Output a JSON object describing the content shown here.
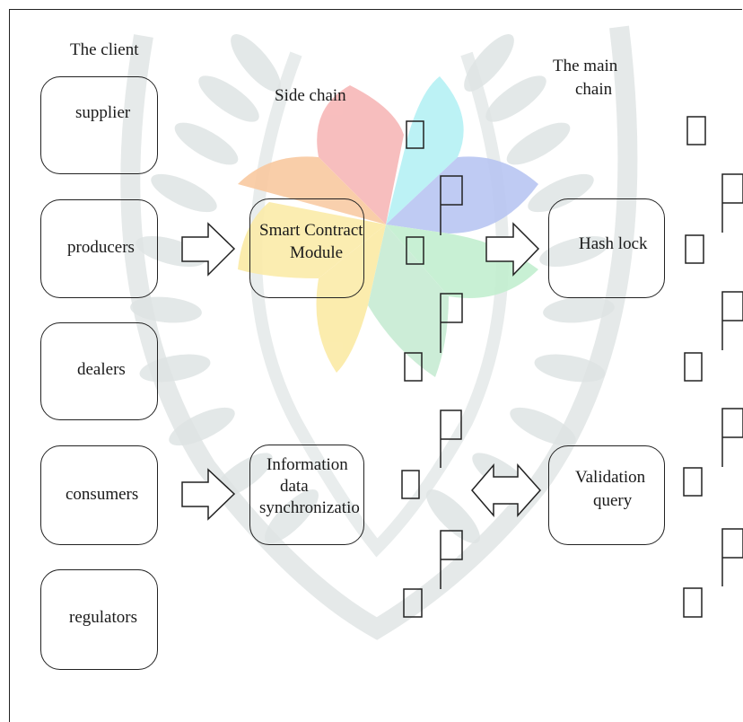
{
  "headers": {
    "client": "The client",
    "side_chain": "Side chain",
    "main_chain_line1": "The main",
    "main_chain_line2": "chain"
  },
  "clients": {
    "supplier": "supplier",
    "producers": "producers",
    "dealers": "dealers",
    "consumers": "consumers",
    "regulators": "regulators"
  },
  "side_chain": {
    "smart_contract_line1": "Smart Contract",
    "smart_contract_line2": "Module",
    "info_sync_line1": "Information",
    "info_sync_line2": "data",
    "info_sync_line3": "synchronizatio"
  },
  "main_chain": {
    "hash_lock": "Hash lock",
    "validation_line1": "Validation",
    "validation_line2": "query"
  },
  "colors": {
    "stroke": "#222222",
    "watermark_leaf": "#dfe4e4",
    "petal_red": "#f7b7b7",
    "petal_orange": "#f9c9a0",
    "petal_yellow": "#fbeaa5",
    "petal_cyan": "#b5f1f5",
    "petal_blue": "#b9c6f2",
    "petal_green": "#c3efd0"
  }
}
